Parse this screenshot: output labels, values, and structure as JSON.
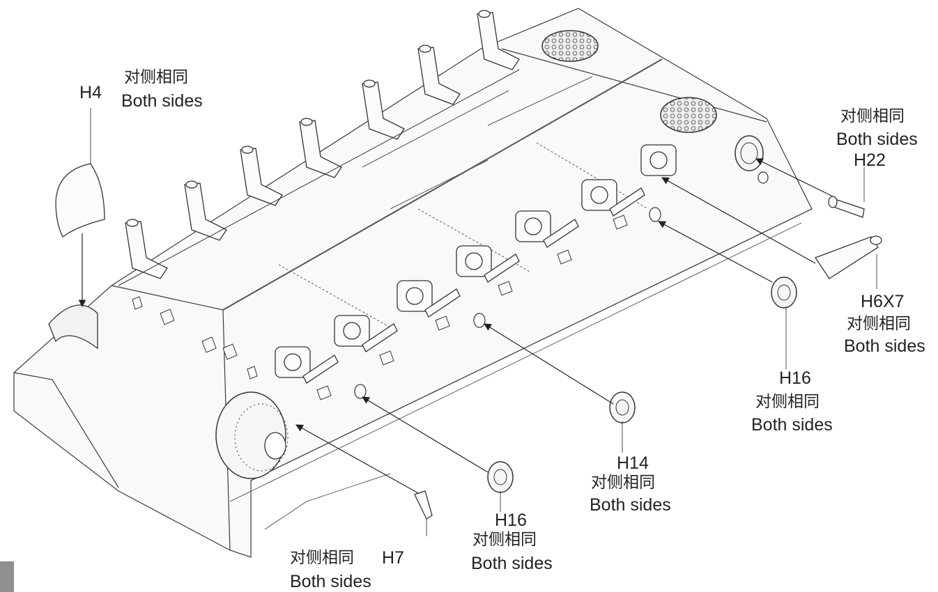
{
  "labels": {
    "h4": "H4",
    "h4_cn": "对侧相同",
    "h4_en": "Both sides",
    "h22_cn": "对侧相同",
    "h22_en": "Both sides",
    "h22": "H22",
    "h6x7": "H6X7",
    "h6x7_cn": "对侧相同",
    "h6x7_en": "Both sides",
    "h16_right": "H16",
    "h16_right_cn": "对侧相同",
    "h16_right_en": "Both sides",
    "h14": "H14",
    "h14_cn": "对侧相同",
    "h14_en": "Both sides",
    "h16_mid": "H16",
    "h16_mid_cn": "对侧相同",
    "h16_mid_en": "Both sides",
    "h7_cn": "对侧相同",
    "h7": "H7",
    "h7_en": "Both sides"
  },
  "colors": {
    "line": "#3a3a3a",
    "hatch": "#9a9a9a",
    "fill": "#f7f7f5",
    "corner": "#8f8f8f"
  }
}
